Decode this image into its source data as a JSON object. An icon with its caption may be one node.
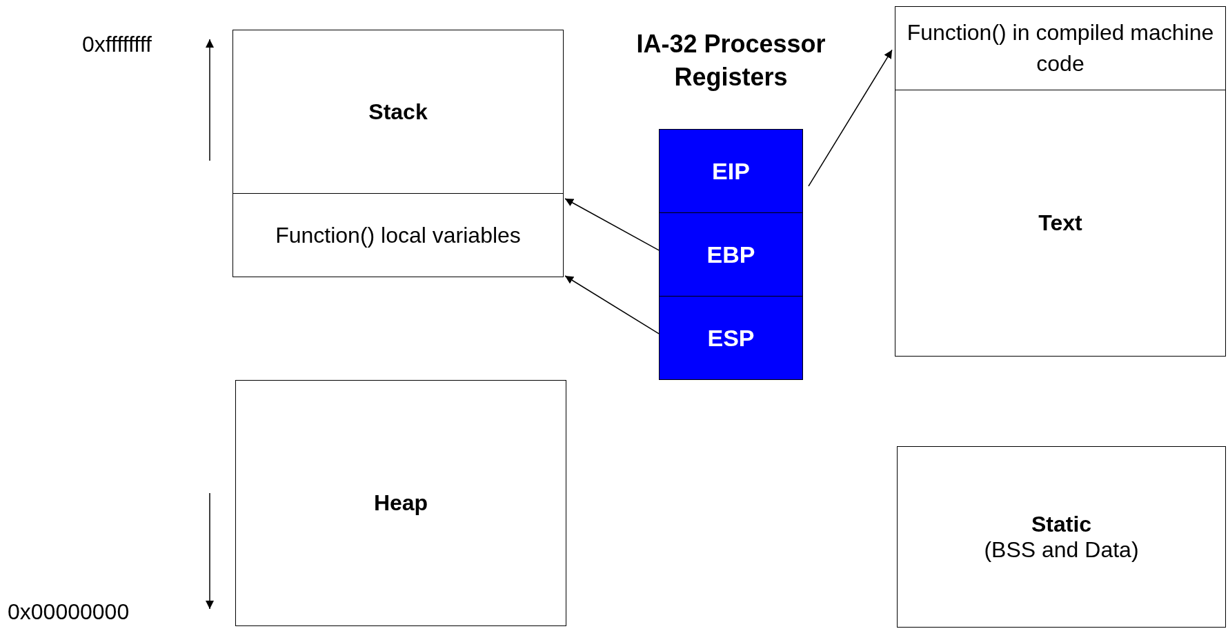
{
  "diagram": {
    "nodes": [
      {
        "text": [
          "Stack"
        ]
      },
      {
        "text": [
          "Function() local variables"
        ]
      },
      {
        "text": [
          "Heap"
        ]
      },
      {
        "text": [
          "IA-32 Processor Registers"
        ]
      },
      {
        "text": [
          "EIP"
        ],
        "in": 3
      },
      {
        "text": [
          "EBP"
        ],
        "in": 3
      },
      {
        "text": [
          "ESP"
        ],
        "in": 3
      },
      {
        "text": [
          "Function() in compiled machine code"
        ]
      },
      {
        "text": [
          "Text"
        ]
      },
      {
        "text": [
          "Static",
          "(BSS and Data)"
        ]
      }
    ],
    "edges": [
      {
        "from": 4,
        "to": 7,
        "arrow": "to"
      },
      {
        "from": 5,
        "to": 1,
        "arrow": "to"
      },
      {
        "from": 6,
        "to": 1,
        "arrow": "to"
      }
    ],
    "labels": [
      "0xffffffff",
      "0x00000000"
    ]
  }
}
